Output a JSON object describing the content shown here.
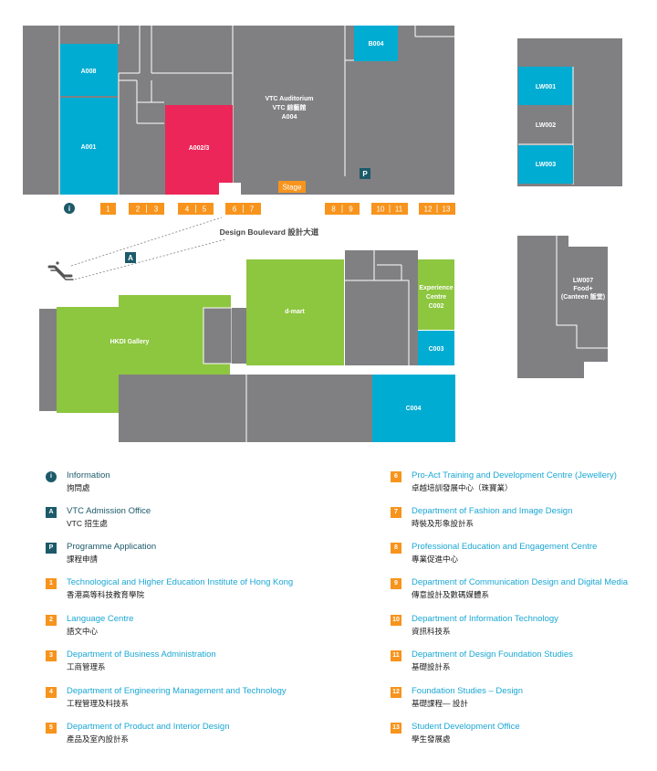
{
  "map": {
    "rooms": {
      "a008": "A008",
      "a001": "A001",
      "a002": "A002/3",
      "b004": "B004",
      "auditorium_en": "VTC Auditorium",
      "auditorium_zh": "VTC 綜藝館",
      "auditorium_code": "A004",
      "lw001": "LW001",
      "lw002": "LW002",
      "lw003": "LW003",
      "lw007_code": "LW007",
      "lw007_name": "Food+",
      "lw007_canteen": "(Canteen 飯堂)",
      "stage": "Stage",
      "hkdi_gallery": "HKDI Gallery",
      "dmart": "d-mart",
      "exp_1": "Experience",
      "exp_2": "Centre",
      "exp_3": "C002",
      "c003": "C003",
      "c004": "C004"
    },
    "boulevard": "Design Boulevard 設計大道",
    "markers": {
      "info": "i",
      "admission": "A",
      "programme": "P"
    },
    "numbers": [
      "1",
      "2",
      "3",
      "4",
      "5",
      "6",
      "7",
      "8",
      "9",
      "10",
      "11",
      "12",
      "13"
    ],
    "colors": {
      "room_grey": "#808083",
      "blue": "#00acd2",
      "pink": "#ec2658",
      "green": "#8dc63f",
      "orange": "#f7941d",
      "teal": "#1c5a6a"
    }
  },
  "legend": {
    "info": {
      "badge": "i",
      "en": "Information",
      "zh": "詢問處"
    },
    "admission": {
      "badge": "A",
      "en": "VTC Admission Office",
      "zh": "VTC 招生處"
    },
    "programme": {
      "badge": "P",
      "en": "Programme Application",
      "zh": "課程申請"
    },
    "items": [
      {
        "num": "1",
        "en": "Technological and Higher Education Institute of Hong Kong",
        "zh": "香港高等科技教育學院"
      },
      {
        "num": "2",
        "en": "Language Centre",
        "zh": "語文中心"
      },
      {
        "num": "3",
        "en": "Department of Business Administration",
        "zh": "工商管理系"
      },
      {
        "num": "4",
        "en": "Department of Engineering Management and Technology",
        "zh": "工程管理及科技系"
      },
      {
        "num": "5",
        "en": "Department of Product and Interior Design",
        "zh": "產品及室內設計系"
      },
      {
        "num": "6",
        "en": "Pro-Act Training and Development Centre (Jewellery)",
        "zh": "卓越培訓發展中心（珠寶業）"
      },
      {
        "num": "7",
        "en": "Department of Fashion and Image Design",
        "zh": "時裝及形象設計系"
      },
      {
        "num": "8",
        "en": "Professional Education and Engagement Centre",
        "zh": "專業促進中心"
      },
      {
        "num": "9",
        "en": "Department of Communication Design and Digital Media",
        "zh": "傳意設計及數碼媒體系"
      },
      {
        "num": "10",
        "en": "Department of Information Technology",
        "zh": "資訊科技系"
      },
      {
        "num": "11",
        "en": "Department of Design Foundation Studies",
        "zh": "基礎設計系"
      },
      {
        "num": "12",
        "en": "Foundation Studies – Design",
        "zh": "基礎課程— 設計"
      },
      {
        "num": "13",
        "en": "Student Development Office",
        "zh": "學生發展處"
      }
    ]
  }
}
